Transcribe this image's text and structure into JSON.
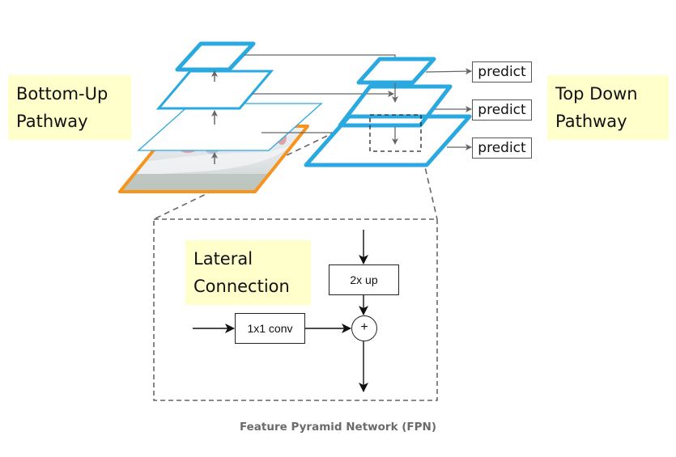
{
  "labels": {
    "bottom_up_line1": "Bottom-Up",
    "bottom_up_line2": "Pathway",
    "top_down_line1": "Top Down",
    "top_down_line2": "Pathway",
    "lateral_line1": "Lateral",
    "lateral_line2": "Connection"
  },
  "predict_boxes": [
    "predict",
    "predict",
    "predict"
  ],
  "lateral_block": {
    "upsample_label": "2x up",
    "conv_label": "1x1 conv",
    "sum_symbol": "+"
  },
  "caption": "Feature Pyramid Network (FPN)",
  "colors": {
    "pyramid_blue": "#29a9e0",
    "input_orange": "#f7941d",
    "label_bg": "#ffffcc",
    "arrow_gray": "#666666",
    "caption_gray": "#6b6b6b"
  }
}
